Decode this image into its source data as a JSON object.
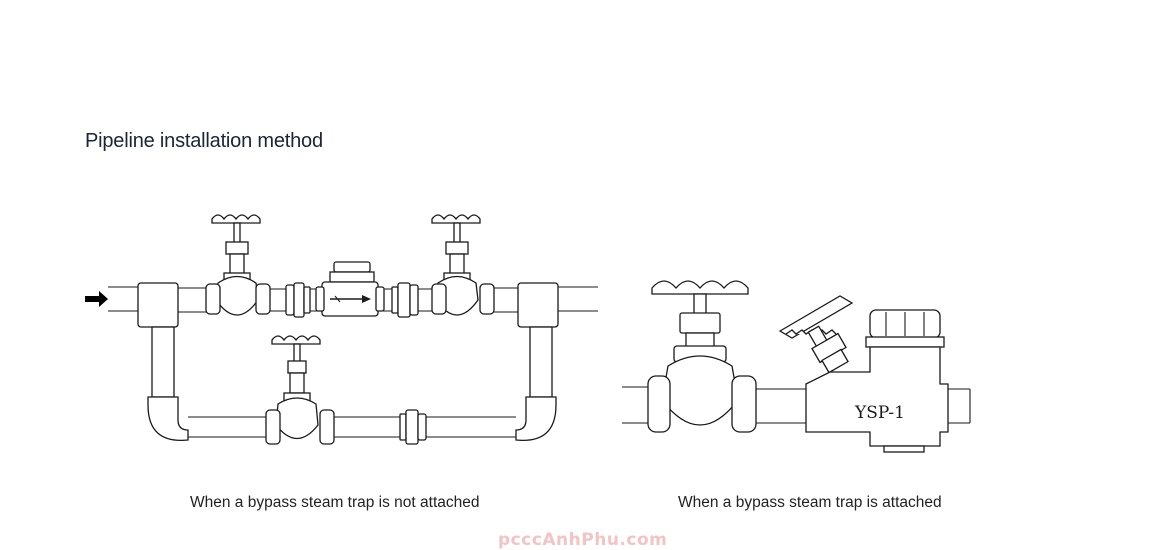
{
  "title": "Pipeline installation method",
  "caption_left": "When a bypass steam trap is not attached",
  "caption_right": "When a bypass steam trap is attached",
  "trap_label": "YSP-1",
  "watermark": "pcccAnhPhu.com",
  "icons": {
    "flow_arrow": "arrow-right-icon",
    "valve": "globe-valve-icon",
    "trap": "steam-trap-icon"
  }
}
